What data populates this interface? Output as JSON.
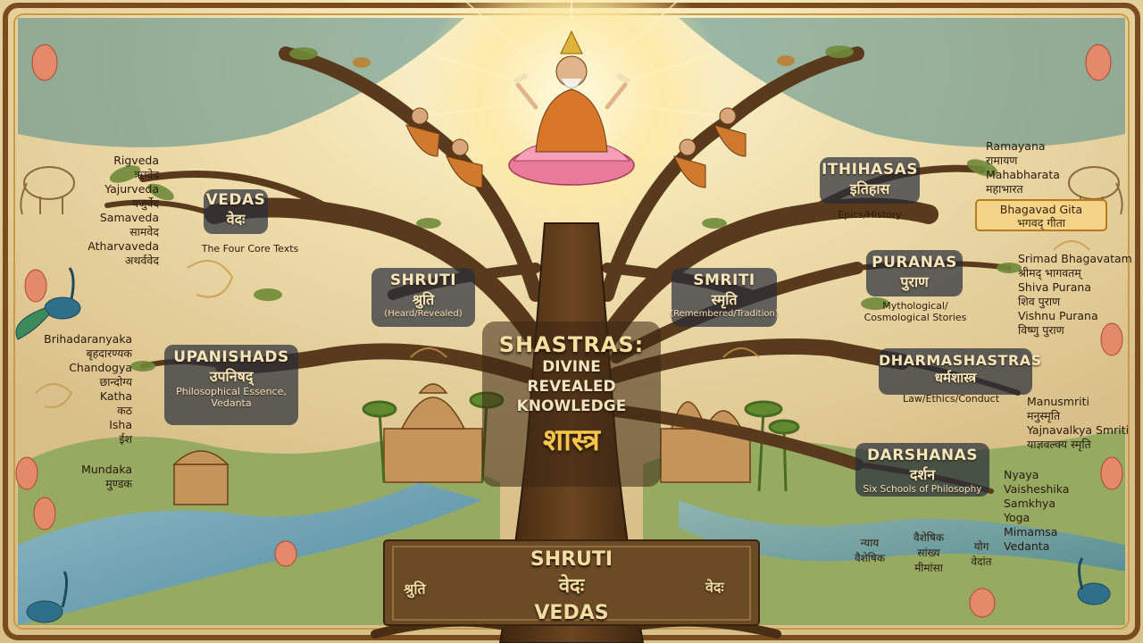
{
  "center": {
    "title": "SHASTRAS:",
    "line1": "DIVINE",
    "line2": "REVEALED",
    "line3": "KNOWLEDGE",
    "sanskrit": "शास्त्र"
  },
  "branches": {
    "shruti": {
      "en": "SHRUTI",
      "hi": "श्रुति",
      "sub": "(Heard/Revealed)"
    },
    "smriti": {
      "en": "SMRITI",
      "hi": "स्मृति",
      "sub": "(Remembered/Tradition)"
    },
    "vedas": {
      "en": "VEDAS",
      "hi": "वेदः",
      "sub": "The Four Core Texts",
      "items": [
        "Rigveda",
        "ऋग्वेद",
        "Yajurveda",
        "यजुर्वेद",
        "Samaveda",
        "सामवेद",
        "Atharvaveda",
        "अथर्ववेद"
      ]
    },
    "upanishads": {
      "en": "UPANISHADS",
      "hi": "उपनिषद्",
      "sub": "Philosophical Essence,",
      "sub2": "Vedanta",
      "items": [
        "Brihadaranyaka",
        "बृहदारण्यक",
        "Chandogya",
        "छान्दोग्य",
        "Katha",
        "कठ",
        "Isha",
        "ईश",
        "Mundaka",
        "मुण्डक"
      ]
    },
    "ithihasas": {
      "en": "ITHIHASAS",
      "hi": "इतिहास",
      "sub": "Epics/History",
      "items": [
        "Ramayana",
        "रामायण",
        "Mahabharata",
        "महाभारत"
      ],
      "highlight": [
        "Bhagavad Gita",
        "भगवद् गीता"
      ]
    },
    "puranas": {
      "en": "PURANAS",
      "hi": "पुराण",
      "sub": "Mythological/",
      "sub2": "Cosmological Stories",
      "items": [
        "Srimad Bhagavatam",
        "श्रीमद् भागवतम्",
        "Shiva Purana",
        "शिव पुराण",
        "Vishnu Purana",
        "विष्णु पुराण"
      ]
    },
    "dharmashastras": {
      "en": "DHARMASHASTRAS",
      "hi": "धर्मशास्त्र",
      "sub": "Law/Ethics/Conduct",
      "items": [
        "Manusmriti",
        "मनुस्मृति",
        "Yajnavalkya Smriti",
        "याज्ञवल्क्य स्मृति"
      ]
    },
    "darshanas": {
      "en": "DARSHANAS",
      "hi": "दर्शन",
      "sub": "Six Schools of Philosophy",
      "items": [
        "Nyaya",
        "Vaisheshika",
        "Samkhya",
        "Yoga",
        "Mimamsa",
        "Vedanta"
      ],
      "hindi_cols": [
        [
          "न्याय",
          "वैशेषिक"
        ],
        [
          "वैशेषिक",
          "सांख्य",
          "मीमांसा"
        ],
        [
          "योग",
          "वेदांत"
        ]
      ]
    }
  },
  "base": {
    "line1": "SHRUTI",
    "line2": "वेदः",
    "line3": "VEDAS",
    "left": "श्रुति",
    "right": "वेदः"
  },
  "colors": {
    "parchment": "#e9d7a8",
    "bark": "#5a3a1c",
    "gold": "#f6c44a",
    "panel": "#262c3a"
  }
}
